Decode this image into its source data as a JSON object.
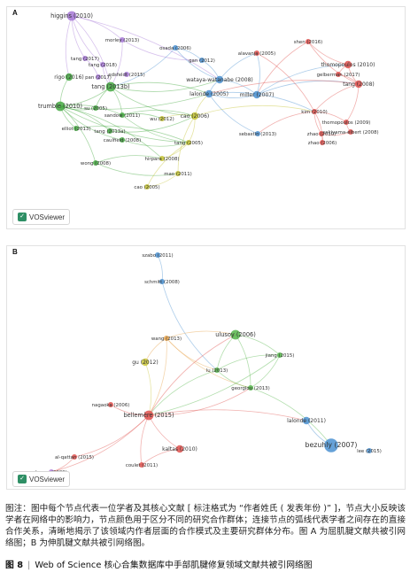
{
  "panelA": {
    "letter": "A",
    "logo_text": "VOSviewer",
    "colors": {
      "red": "#e0514d",
      "green": "#43a83f",
      "blue": "#4a90d1",
      "yellow": "#c5c432",
      "purple": "#a678d6"
    },
    "nodes": [
      {
        "id": "higgins",
        "label": "higgins (2010)",
        "cluster": "purple",
        "weight": 3
      },
      {
        "id": "morley",
        "label": "morley (2013)",
        "cluster": "purple",
        "weight": 1
      },
      {
        "id": "osada",
        "label": "osada (2006)",
        "cluster": "blue",
        "weight": 1
      },
      {
        "id": "tang2017",
        "label": "tang (2017)",
        "cluster": "purple",
        "weight": 1
      },
      {
        "id": "tang2018",
        "label": "tang (2018)",
        "cluster": "purple",
        "weight": 1
      },
      {
        "id": "rigo",
        "label": "rigo (2016)",
        "cluster": "green",
        "weight": 2
      },
      {
        "id": "pan",
        "label": "pan (2017)",
        "cluster": "purple",
        "weight": 1
      },
      {
        "id": "edsfeldt",
        "label": "edsfeldt (2015)",
        "cluster": "purple",
        "weight": 1
      },
      {
        "id": "tang2013b",
        "label": "tang (2013b)",
        "cluster": "green",
        "weight": 3
      },
      {
        "id": "trumble",
        "label": "trumble (2010)",
        "cluster": "green",
        "weight": 3
      },
      {
        "id": "su",
        "label": "su (2005)",
        "cluster": "green",
        "weight": 1
      },
      {
        "id": "sandow",
        "label": "sandow (2011)",
        "cluster": "green",
        "weight": 1
      },
      {
        "id": "elliot",
        "label": "elliot (2013)",
        "cluster": "green",
        "weight": 1
      },
      {
        "id": "tang2013a",
        "label": "tang (2013a)",
        "cluster": "green",
        "weight": 1
      },
      {
        "id": "caulfield",
        "label": "caulfield (2008)",
        "cluster": "green",
        "weight": 1
      },
      {
        "id": "wong",
        "label": "wong (2008)",
        "cluster": "green",
        "weight": 1
      },
      {
        "id": "gan",
        "label": "gan (2012)",
        "cluster": "blue",
        "weight": 1
      },
      {
        "id": "alavanja",
        "label": "alavanja (2005)",
        "cluster": "red",
        "weight": 1
      },
      {
        "id": "wataya",
        "label": "wataya-watanabe (2008)",
        "cluster": "blue",
        "weight": 2
      },
      {
        "id": "lalonde",
        "label": "lalonde (2005)",
        "cluster": "blue",
        "weight": 2
      },
      {
        "id": "miller",
        "label": "miller (2007)",
        "cluster": "blue",
        "weight": 2
      },
      {
        "id": "wu",
        "label": "wu (2012)",
        "cluster": "yellow",
        "weight": 1
      },
      {
        "id": "cao2006",
        "label": "cao (2006)",
        "cluster": "yellow",
        "weight": 2
      },
      {
        "id": "tang2005",
        "label": "tang (2005)",
        "cluster": "yellow",
        "weight": 1
      },
      {
        "id": "hirpara",
        "label": "hirpara (2008)",
        "cluster": "yellow",
        "weight": 1
      },
      {
        "id": "mao",
        "label": "mao (2011)",
        "cluster": "yellow",
        "weight": 1
      },
      {
        "id": "cao2005",
        "label": "cao (2005)",
        "cluster": "yellow",
        "weight": 1
      },
      {
        "id": "sebastin",
        "label": "sebastin (2013)",
        "cluster": "blue",
        "weight": 1
      },
      {
        "id": "shen",
        "label": "shen (2016)",
        "cluster": "red",
        "weight": 1
      },
      {
        "id": "thomopoulos2010",
        "label": "thomopoulos (2010)",
        "cluster": "red",
        "weight": 2
      },
      {
        "id": "gelberman",
        "label": "gelberman (2017)",
        "cluster": "red",
        "weight": 1
      },
      {
        "id": "tang2008",
        "label": "tang (2008)",
        "cluster": "red",
        "weight": 2
      },
      {
        "id": "kim",
        "label": "kim (2010)",
        "cluster": "red",
        "weight": 1
      },
      {
        "id": "thomopoulos2009",
        "label": "thomopoulos (2009)",
        "cluster": "red",
        "weight": 1
      },
      {
        "id": "zhao2010",
        "label": "zhao (2010)",
        "cluster": "red",
        "weight": 1
      },
      {
        "id": "sakiyama",
        "label": "sakiyama-elbert (2008)",
        "cluster": "red",
        "weight": 1
      },
      {
        "id": "zhao2006",
        "label": "zhao (2006)",
        "cluster": "red",
        "weight": 1
      }
    ],
    "edges": [
      [
        "higgins",
        "tang2013b"
      ],
      [
        "higgins",
        "tang2018"
      ],
      [
        "higgins",
        "morley"
      ],
      [
        "higgins",
        "tang2017"
      ],
      [
        "higgins",
        "wataya"
      ],
      [
        "higgins",
        "rigo"
      ],
      [
        "morley",
        "tang2013b"
      ],
      [
        "morley",
        "gan"
      ],
      [
        "osada",
        "tang2013b"
      ],
      [
        "osada",
        "wataya"
      ],
      [
        "tang2017",
        "pan"
      ],
      [
        "tang2018",
        "tang2013b"
      ],
      [
        "tang2013b",
        "trumble"
      ],
      [
        "tang2013b",
        "wataya"
      ],
      [
        "tang2013b",
        "lalonde"
      ],
      [
        "tang2013b",
        "cao2006"
      ],
      [
        "tang2013b",
        "sandow"
      ],
      [
        "tang2013b",
        "su"
      ],
      [
        "trumble",
        "rigo"
      ],
      [
        "trumble",
        "su"
      ],
      [
        "trumble",
        "sandow"
      ],
      [
        "trumble",
        "elliot"
      ],
      [
        "trumble",
        "tang2013a"
      ],
      [
        "trumble",
        "caulfield"
      ],
      [
        "trumble",
        "wong"
      ],
      [
        "trumble",
        "tang2005"
      ],
      [
        "trumble",
        "hirpara"
      ],
      [
        "trumble",
        "lalonde"
      ],
      [
        "sandow",
        "cao2006"
      ],
      [
        "sandow",
        "tang2005"
      ],
      [
        "sandow",
        "wu"
      ],
      [
        "caulfield",
        "tang2005"
      ],
      [
        "wong",
        "hirpara"
      ],
      [
        "wong",
        "mao"
      ],
      [
        "cao2006",
        "tang2005"
      ],
      [
        "cao2006",
        "mao"
      ],
      [
        "cao2006",
        "lalonde"
      ],
      [
        "cao2006",
        "wu"
      ],
      [
        "tang2005",
        "hirpara"
      ],
      [
        "tang2005",
        "cao2005"
      ],
      [
        "mao",
        "cao2005"
      ],
      [
        "lalonde",
        "miller"
      ],
      [
        "lalonde",
        "wataya"
      ],
      [
        "lalonde",
        "sebastin"
      ],
      [
        "lalonde",
        "kim"
      ],
      [
        "miller",
        "wataya"
      ],
      [
        "miller",
        "thomopoulos2010"
      ],
      [
        "miller",
        "alavanja"
      ],
      [
        "miller",
        "tang2008"
      ],
      [
        "wataya",
        "gan"
      ],
      [
        "wataya",
        "alavanja"
      ],
      [
        "gan",
        "osada"
      ],
      [
        "kim",
        "tang2008"
      ],
      [
        "kim",
        "zhao2010"
      ],
      [
        "kim",
        "thomopoulos2009"
      ],
      [
        "kim",
        "sebastin"
      ],
      [
        "tang2008",
        "thomopoulos2010"
      ],
      [
        "tang2008",
        "gelberman"
      ],
      [
        "tang2008",
        "shen"
      ],
      [
        "thomopoulos2010",
        "gelberman"
      ],
      [
        "thomopoulos2010",
        "shen"
      ],
      [
        "thomopoulos2009",
        "tang2008"
      ],
      [
        "zhao2010",
        "zhao2006"
      ],
      [
        "zhao2010",
        "sakiyama"
      ],
      [
        "sakiyama",
        "thomopoulos2009"
      ],
      [
        "zhao2006",
        "kim"
      ],
      [
        "alavanja",
        "kim"
      ],
      [
        "tang2008",
        "lalonde"
      ],
      [
        "cao2006",
        "kim"
      ],
      [
        "tang2013a",
        "cao2006"
      ],
      [
        "elliot",
        "tang2005"
      ],
      [
        "shen",
        "miller"
      ]
    ]
  },
  "panelB": {
    "letter": "B",
    "logo_text": "VOSviewer",
    "colors": {
      "red": "#e0514d",
      "green": "#55b54a",
      "blue": "#4a90d1",
      "yellow": "#c9c63a",
      "purple": "#b07fd9",
      "orange": "#e6a24a"
    },
    "nodes": [
      {
        "id": "szabo",
        "label": "szabo (2011)",
        "cluster": "blue",
        "weight": 1
      },
      {
        "id": "schmitt",
        "label": "schmitt (2008)",
        "cluster": "blue",
        "weight": 1
      },
      {
        "id": "wang",
        "label": "wang (2013)",
        "cluster": "orange",
        "weight": 1
      },
      {
        "id": "ulusoy",
        "label": "ulusoy (2006)",
        "cluster": "green",
        "weight": 3
      },
      {
        "id": "jiang",
        "label": "jiang (2015)",
        "cluster": "green",
        "weight": 1
      },
      {
        "id": "gu",
        "label": "gu (2012)",
        "cluster": "yellow",
        "weight": 2
      },
      {
        "id": "lu",
        "label": "lu (2013)",
        "cluster": "green",
        "weight": 1
      },
      {
        "id": "georgiou",
        "label": "georgiou (2013)",
        "cluster": "green",
        "weight": 1
      },
      {
        "id": "nagaoka",
        "label": "nagaoka (2006)",
        "cluster": "red",
        "weight": 1
      },
      {
        "id": "bellemere",
        "label": "bellemère (2015)",
        "cluster": "red",
        "weight": 3
      },
      {
        "id": "lalonde",
        "label": "lalonde (2011)",
        "cluster": "blue",
        "weight": 2
      },
      {
        "id": "bezuhly",
        "label": "bezuhly (2007)",
        "cluster": "blue",
        "weight": 5
      },
      {
        "id": "kaltas",
        "label": "kaltas (2010)",
        "cluster": "red",
        "weight": 2
      },
      {
        "id": "lee",
        "label": "lee (2015)",
        "cluster": "blue",
        "weight": 1
      },
      {
        "id": "algarpas",
        "label": "al-qattan (2015)",
        "cluster": "red",
        "weight": 1
      },
      {
        "id": "hayes",
        "label": "hayes (2009)",
        "cluster": "purple",
        "weight": 1
      },
      {
        "id": "coulet",
        "label": "coulet (2011)",
        "cluster": "red",
        "weight": 1
      }
    ],
    "edges": [
      [
        "szabo",
        "schmitt"
      ],
      [
        "schmitt",
        "lu"
      ],
      [
        "wang",
        "ulusoy"
      ],
      [
        "wang",
        "georgiou"
      ],
      [
        "wang",
        "bellemere"
      ],
      [
        "wang",
        "gu"
      ],
      [
        "ulusoy",
        "jiang"
      ],
      [
        "ulusoy",
        "lu"
      ],
      [
        "ulusoy",
        "georgiou"
      ],
      [
        "jiang",
        "lu"
      ],
      [
        "jiang",
        "georgiou"
      ],
      [
        "lu",
        "georgiou"
      ],
      [
        "gu",
        "bellemere"
      ],
      [
        "nagaoka",
        "bellemere"
      ],
      [
        "bellemere",
        "lalonde"
      ],
      [
        "bellemere",
        "kaltas"
      ],
      [
        "bellemere",
        "algarpas"
      ],
      [
        "bellemere",
        "coulet"
      ],
      [
        "bellemere",
        "ulusoy"
      ],
      [
        "bellemere",
        "georgiou"
      ],
      [
        "bellemere",
        "hayes"
      ],
      [
        "lalonde",
        "bezuhly"
      ],
      [
        "georgiou",
        "bezuhly"
      ],
      [
        "lu",
        "bellemere"
      ],
      [
        "algarpas",
        "hayes"
      ],
      [
        "kaltas",
        "coulet"
      ],
      [
        "jiang",
        "bellemere"
      ],
      [
        "wang",
        "lu"
      ]
    ]
  },
  "caption": "图注：图中每个节点代表一位学者及其核心文献 [ 标注格式为 “作者姓氏 ( 发表年份 )” ]，节点大小反映该学者在网络中的影响力，节点颜色用于区分不同的研究合作群体；连接节点的弧线代表学者之间存在的直接合作关系，清晰地揭示了该领域内作者层面的合作模式及主要研究群体分布。图 A 为屈肌腱文献共被引网络图；B 为伸肌腱文献共被引网络图。",
  "figure": {
    "number": "图 8",
    "separator": "|",
    "title": "Web of Science 核心合集数据库中手部肌腱修复领域文献共被引网络图"
  }
}
